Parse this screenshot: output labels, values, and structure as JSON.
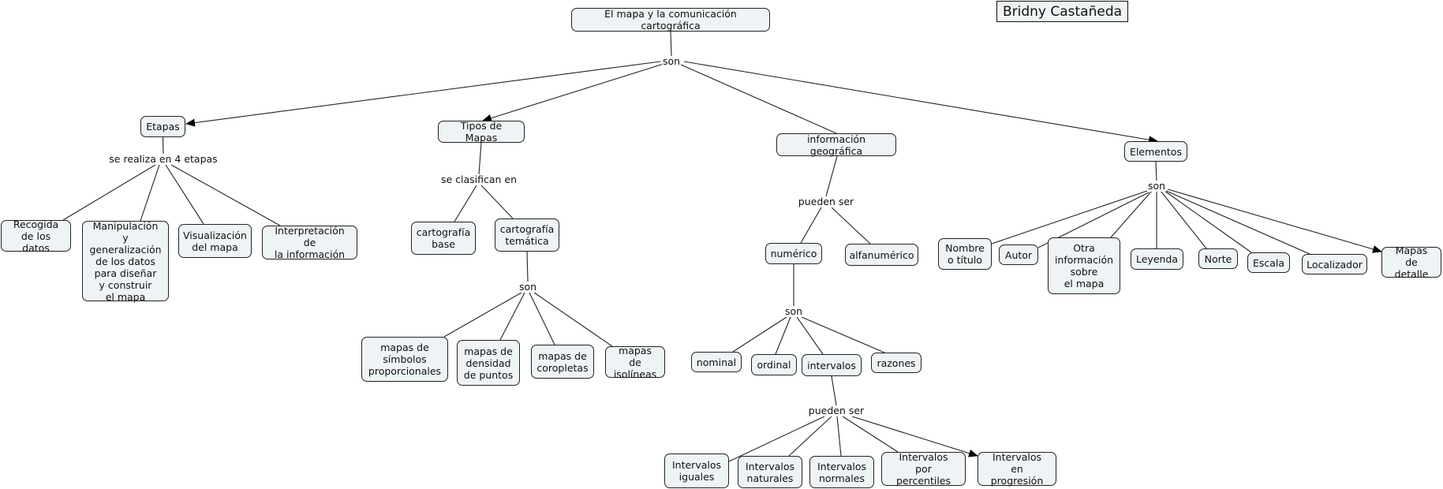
{
  "author": "Bridny Castañeda",
  "root": "El mapa y la comunicación cartográfica",
  "links": {
    "root_son": "son",
    "etapas_link": "se realiza en 4 etapas",
    "tipos_link": "se clasifican en",
    "tematica_son": "son",
    "info_link": "pueden ser",
    "numerico_son": "son",
    "intervalos_link": "pueden ser",
    "elementos_son": "son"
  },
  "nodes": {
    "etapas": "Etapas",
    "tipos": "Tipos de Mapas",
    "info": "información geográfica",
    "elementos": "Elementos",
    "recogida": "Recogida\nde los datos",
    "manipulacion": "Manipulación y\ngeneralización\nde los datos\npara diseñar\ny construir\nel mapa",
    "visualizacion": "Visualización\ndel mapa",
    "interpretacion": "Interpretación de\nla información",
    "carto_base": "cartografía\nbase",
    "carto_tematica": "cartografía\ntemática",
    "simbolos": "mapas de\nsímbolos\nproporcionales",
    "densidad": "mapas de\ndensidad\nde puntos",
    "coropletas": "mapas de\ncoropletas",
    "isolineas": "mapas de\nisolíneas",
    "numerico": "numérico",
    "alfanumerico": "alfanumérico",
    "nominal": "nominal",
    "ordinal": "ordinal",
    "intervalos": "intervalos",
    "razones": "razones",
    "int_iguales": "Intervalos\niguales",
    "int_naturales": "Intervalos\nnaturales",
    "int_normales": "Intervalos\nnormales",
    "int_percentiles": "Intervalos\npor percentiles",
    "int_progresion": "Intervalos\nen progresión",
    "nombre": "Nombre\no título",
    "autor": "Autor",
    "otra_info": "Otra\ninformación\nsobre\nel mapa",
    "leyenda": "Leyenda",
    "norte": "Norte",
    "escala": "Escala",
    "localizador": "Localizador",
    "mapas_detalle": "Mapas\nde detalle"
  }
}
